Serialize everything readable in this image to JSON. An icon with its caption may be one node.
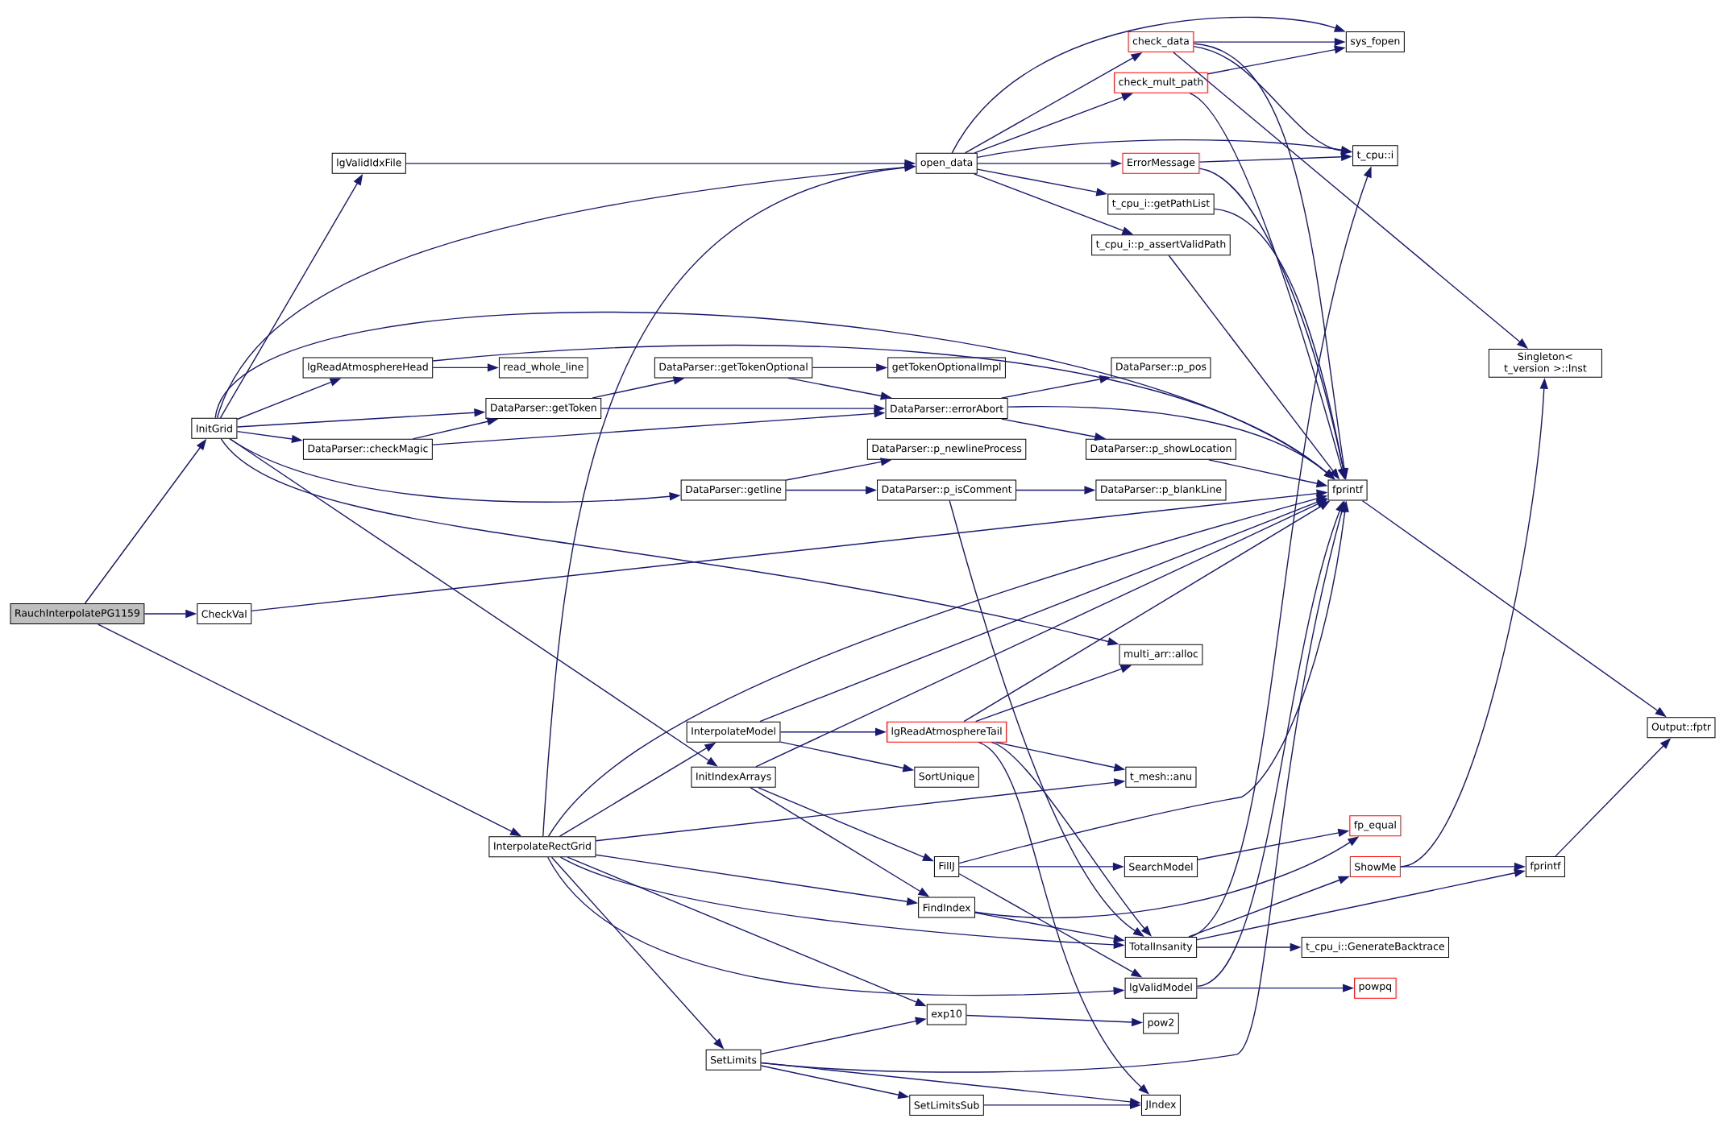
{
  "diagram": {
    "nodes": [
      {
        "text": [
          "RauchInterpolatePG1159"
        ]
      },
      {
        "text": [
          "InitGrid"
        ]
      },
      {
        "text": [
          "CheckVal"
        ]
      },
      {
        "text": [
          "InterpolateRectGrid"
        ]
      },
      {
        "text": [
          "lgValidIdxFile"
        ]
      },
      {
        "text": [
          "lgReadAtmosphereHead"
        ]
      },
      {
        "text": [
          "DataParser::checkMagic"
        ]
      },
      {
        "text": [
          "DataParser::getToken"
        ]
      },
      {
        "text": [
          "read_whole_line"
        ]
      },
      {
        "text": [
          "DataParser::getTokenOptional"
        ]
      },
      {
        "text": [
          "DataParser::getline"
        ]
      },
      {
        "text": [
          "open_data"
        ]
      },
      {
        "text": [
          "InterpolateModel"
        ]
      },
      {
        "text": [
          "InitIndexArrays"
        ]
      },
      {
        "text": [
          "SetLimits"
        ]
      },
      {
        "text": [
          "check_data"
        ]
      },
      {
        "text": [
          "check_mult_path"
        ]
      },
      {
        "text": [
          "ErrorMessage"
        ]
      },
      {
        "text": [
          "t_cpu_i::getPathList"
        ]
      },
      {
        "text": [
          "t_cpu_i::p_assertValidPath"
        ]
      },
      {
        "text": [
          "getTokenOptionalImpl"
        ]
      },
      {
        "text": [
          "DataParser::errorAbort"
        ]
      },
      {
        "text": [
          "DataParser::p_newlineProcess"
        ]
      },
      {
        "text": [
          "DataParser::p_isComment"
        ]
      },
      {
        "text": [
          "DataParser::p_pos"
        ]
      },
      {
        "text": [
          "DataParser::p_showLocation"
        ]
      },
      {
        "text": [
          "DataParser::p_blankLine"
        ]
      },
      {
        "text": [
          "lgReadAtmosphereTail"
        ]
      },
      {
        "text": [
          "SortUnique"
        ]
      },
      {
        "text": [
          "FillJ"
        ]
      },
      {
        "text": [
          "FindIndex"
        ]
      },
      {
        "text": [
          "exp10"
        ]
      },
      {
        "text": [
          "SetLimitsSub"
        ]
      },
      {
        "text": [
          "sys_fopen"
        ]
      },
      {
        "text": [
          "t_cpu::i"
        ]
      },
      {
        "text": [
          "fprintf"
        ]
      },
      {
        "text": [
          "multi_arr::alloc"
        ]
      },
      {
        "text": [
          "t_mesh::anu"
        ]
      },
      {
        "text": [
          "SearchModel"
        ]
      },
      {
        "text": [
          "TotalInsanity"
        ]
      },
      {
        "text": [
          "lgValidModel"
        ]
      },
      {
        "text": [
          "pow2"
        ]
      },
      {
        "text": [
          "JIndex"
        ]
      },
      {
        "text": [
          "fp_equal"
        ]
      },
      {
        "text": [
          "ShowMe"
        ]
      },
      {
        "text": [
          "t_cpu_i::GenerateBacktrace"
        ]
      },
      {
        "text": [
          "powpq"
        ]
      },
      {
        "text": [
          "Singleton< t_version >::Inst"
        ]
      },
      {
        "text": [
          "Output::fptr"
        ]
      },
      {
        "text": [
          "fprintf"
        ]
      }
    ],
    "edges": [
      {
        "from": 0,
        "to": 1,
        "arrow": "to"
      },
      {
        "from": 0,
        "to": 2,
        "arrow": "to"
      },
      {
        "from": 0,
        "to": 3,
        "arrow": "to"
      },
      {
        "from": 1,
        "to": 4,
        "arrow": "to"
      },
      {
        "from": 1,
        "to": 11,
        "arrow": "to"
      },
      {
        "from": 1,
        "to": 35,
        "arrow": "to"
      },
      {
        "from": 1,
        "to": 5,
        "arrow": "to"
      },
      {
        "from": 1,
        "to": 7,
        "arrow": "to"
      },
      {
        "from": 1,
        "to": 6,
        "arrow": "to"
      },
      {
        "from": 1,
        "to": 10,
        "arrow": "to"
      },
      {
        "from": 1,
        "to": 36,
        "arrow": "to"
      },
      {
        "from": 1,
        "to": 13,
        "arrow": "to"
      },
      {
        "from": 2,
        "to": 35,
        "arrow": "to"
      },
      {
        "from": 3,
        "to": 11,
        "arrow": "to"
      },
      {
        "from": 3,
        "to": 35,
        "arrow": "to"
      },
      {
        "from": 3,
        "to": 12,
        "arrow": "to"
      },
      {
        "from": 3,
        "to": 37,
        "arrow": "to"
      },
      {
        "from": 3,
        "to": 30,
        "arrow": "to"
      },
      {
        "from": 3,
        "to": 39,
        "arrow": "to"
      },
      {
        "from": 3,
        "to": 40,
        "arrow": "to"
      },
      {
        "from": 3,
        "to": 31,
        "arrow": "to"
      },
      {
        "from": 3,
        "to": 14,
        "arrow": "to"
      },
      {
        "from": 4,
        "to": 11,
        "arrow": "to"
      },
      {
        "from": 5,
        "to": 8,
        "arrow": "to"
      },
      {
        "from": 5,
        "to": 35,
        "arrow": "to"
      },
      {
        "from": 6,
        "to": 7,
        "arrow": "to"
      },
      {
        "from": 6,
        "to": 21,
        "arrow": "to"
      },
      {
        "from": 7,
        "to": 9,
        "arrow": "to"
      },
      {
        "from": 7,
        "to": 21,
        "arrow": "to"
      },
      {
        "from": 9,
        "to": 20,
        "arrow": "to"
      },
      {
        "from": 9,
        "to": 21,
        "arrow": "to"
      },
      {
        "from": 10,
        "to": 22,
        "arrow": "to"
      },
      {
        "from": 10,
        "to": 23,
        "arrow": "to"
      },
      {
        "from": 11,
        "to": 33,
        "arrow": "to"
      },
      {
        "from": 11,
        "to": 15,
        "arrow": "to"
      },
      {
        "from": 11,
        "to": 16,
        "arrow": "to"
      },
      {
        "from": 11,
        "to": 34,
        "arrow": "to"
      },
      {
        "from": 11,
        "to": 17,
        "arrow": "to"
      },
      {
        "from": 11,
        "to": 18,
        "arrow": "to"
      },
      {
        "from": 11,
        "to": 19,
        "arrow": "to"
      },
      {
        "from": 12,
        "to": 27,
        "arrow": "to"
      },
      {
        "from": 12,
        "to": 28,
        "arrow": "to"
      },
      {
        "from": 12,
        "to": 35,
        "arrow": "to"
      },
      {
        "from": 13,
        "to": 35,
        "arrow": "to"
      },
      {
        "from": 13,
        "to": 29,
        "arrow": "to"
      },
      {
        "from": 13,
        "to": 30,
        "arrow": "to"
      },
      {
        "from": 14,
        "to": 31,
        "arrow": "to"
      },
      {
        "from": 14,
        "to": 35,
        "arrow": "to"
      },
      {
        "from": 14,
        "to": 32,
        "arrow": "to"
      },
      {
        "from": 14,
        "to": 42,
        "arrow": "to"
      },
      {
        "from": 15,
        "to": 33,
        "arrow": "to"
      },
      {
        "from": 15,
        "to": 34,
        "arrow": "to"
      },
      {
        "from": 15,
        "to": 35,
        "arrow": "to"
      },
      {
        "from": 15,
        "to": 47,
        "arrow": "to"
      },
      {
        "from": 16,
        "to": 33,
        "arrow": "to"
      },
      {
        "from": 16,
        "to": 35,
        "arrow": "to"
      },
      {
        "from": 17,
        "to": 34,
        "arrow": "to"
      },
      {
        "from": 17,
        "to": 35,
        "arrow": "to"
      },
      {
        "from": 18,
        "to": 35,
        "arrow": "to"
      },
      {
        "from": 19,
        "to": 35,
        "arrow": "to"
      },
      {
        "from": 21,
        "to": 24,
        "arrow": "to"
      },
      {
        "from": 21,
        "to": 25,
        "arrow": "to"
      },
      {
        "from": 21,
        "to": 35,
        "arrow": "to"
      },
      {
        "from": 23,
        "to": 26,
        "arrow": "to"
      },
      {
        "from": 23,
        "to": 39,
        "arrow": "to"
      },
      {
        "from": 25,
        "to": 35,
        "arrow": "to"
      },
      {
        "from": 27,
        "to": 36,
        "arrow": "to"
      },
      {
        "from": 27,
        "to": 35,
        "arrow": "to"
      },
      {
        "from": 27,
        "to": 37,
        "arrow": "to"
      },
      {
        "from": 27,
        "to": 39,
        "arrow": "to"
      },
      {
        "from": 27,
        "to": 42,
        "arrow": "to"
      },
      {
        "from": 29,
        "to": 35,
        "arrow": "to"
      },
      {
        "from": 29,
        "to": 38,
        "arrow": "to"
      },
      {
        "from": 29,
        "to": 40,
        "arrow": "to"
      },
      {
        "from": 30,
        "to": 43,
        "arrow": "to"
      },
      {
        "from": 30,
        "to": 39,
        "arrow": "to"
      },
      {
        "from": 31,
        "to": 41,
        "arrow": "to"
      },
      {
        "from": 32,
        "to": 42,
        "arrow": "to"
      },
      {
        "from": 38,
        "to": 43,
        "arrow": "to"
      },
      {
        "from": 39,
        "to": 34,
        "arrow": "to"
      },
      {
        "from": 39,
        "to": 44,
        "arrow": "to"
      },
      {
        "from": 39,
        "to": 49,
        "arrow": "to"
      },
      {
        "from": 39,
        "to": 45,
        "arrow": "to"
      },
      {
        "from": 40,
        "to": 35,
        "arrow": "to"
      },
      {
        "from": 40,
        "to": 46,
        "arrow": "to"
      },
      {
        "from": 44,
        "to": 47,
        "arrow": "to"
      },
      {
        "from": 44,
        "to": 49,
        "arrow": "to"
      },
      {
        "from": 35,
        "to": 48,
        "arrow": "to"
      },
      {
        "from": 49,
        "to": 48,
        "arrow": "to"
      }
    ]
  }
}
